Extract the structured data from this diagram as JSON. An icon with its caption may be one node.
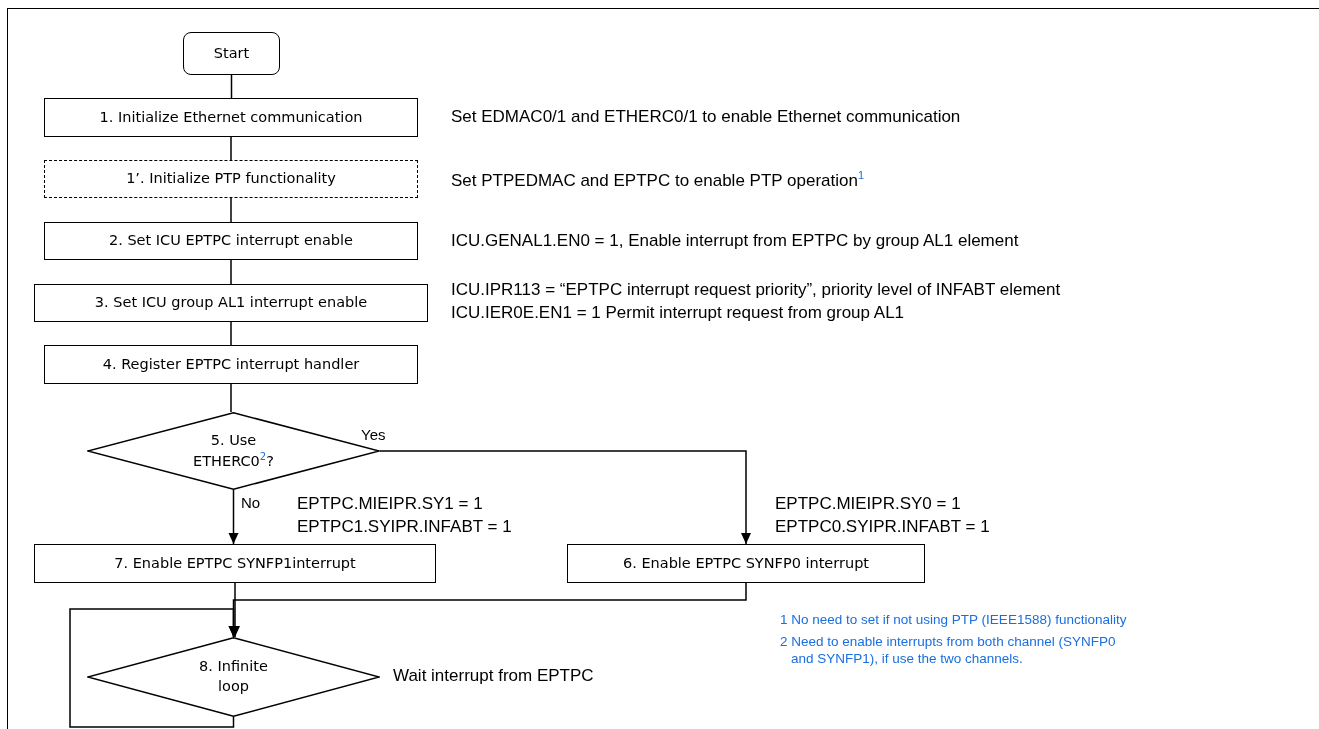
{
  "diagram": {
    "nodes": [
      {
        "text": [
          "Start"
        ]
      },
      {
        "text": [
          "1. Initialize Ethernet communication"
        ],
        "beside": [
          "Set EDMAC0/1 and ETHERC0/1 to enable Ethernet communication"
        ]
      },
      {
        "text": [
          "1’. Initialize PTP functionality"
        ],
        "beside": [
          "Set PTPEDMAC and EPTPC to enable PTP operation$^{1}$"
        ]
      },
      {
        "text": [
          "2. Set ICU EPTPC interrupt enable"
        ],
        "beside": [
          "ICU.GENAL1.EN0 = 1, Enable interrupt from EPTPC by group AL1 element"
        ]
      },
      {
        "text": [
          "3. Set ICU group AL1 interrupt enable"
        ],
        "beside": [
          "ICU.IPR113 = “EPTPC interrupt request priority”, priority level of INFABT element",
          "ICU.IER0E.EN1 = 1 Permit interrupt request from group AL1"
        ]
      },
      {
        "text": [
          "4. Register EPTPC interrupt handler"
        ]
      },
      {
        "text": [
          "5. Use ETHERC0$^{2}$?"
        ]
      },
      {
        "text": [
          "7. Enable EPTPC SYNFP1interrupt"
        ]
      },
      {
        "text": [
          "6. Enable EPTPC SYNFP0 interrupt"
        ]
      },
      {
        "text": [
          "8. Infinite loop"
        ],
        "beside": [
          "Wait interrupt from EPTPC"
        ]
      }
    ],
    "edges": [
      {
        "from": 0,
        "to": 1,
        "arrow": "none"
      },
      {
        "from": 1,
        "to": 2,
        "arrow": "none"
      },
      {
        "from": 2,
        "to": 3,
        "arrow": "none"
      },
      {
        "from": 3,
        "to": 4,
        "arrow": "none"
      },
      {
        "from": 4,
        "to": 5,
        "arrow": "none"
      },
      {
        "from": 5,
        "to": 6,
        "arrow": "none"
      },
      {
        "from": 6,
        "to": 7,
        "arrow": "to",
        "label": "No"
      },
      {
        "from": 6,
        "to": 8,
        "arrow": "to",
        "label": "Yes"
      },
      {
        "from": 7,
        "to": 9,
        "arrow": "to"
      },
      {
        "from": 8,
        "to": 9,
        "arrow": "to"
      },
      {
        "from": 9,
        "to": 9,
        "arrow": "to"
      }
    ],
    "labels": [
      "EPTPC.MIEIPR.SY1 = 1",
      "EPTPC1.SYIPR.INFABT = 1",
      "EPTPC.MIEIPR.SY0 = 1",
      "EPTPC0.SYIPR.INFABT = 1",
      "1 No need to set if not using PTP (IEEE1588) functionality",
      "2 Need to enable interrupts from both channel (SYNFP0 and SYNFP1), if use the two channels."
    ]
  }
}
